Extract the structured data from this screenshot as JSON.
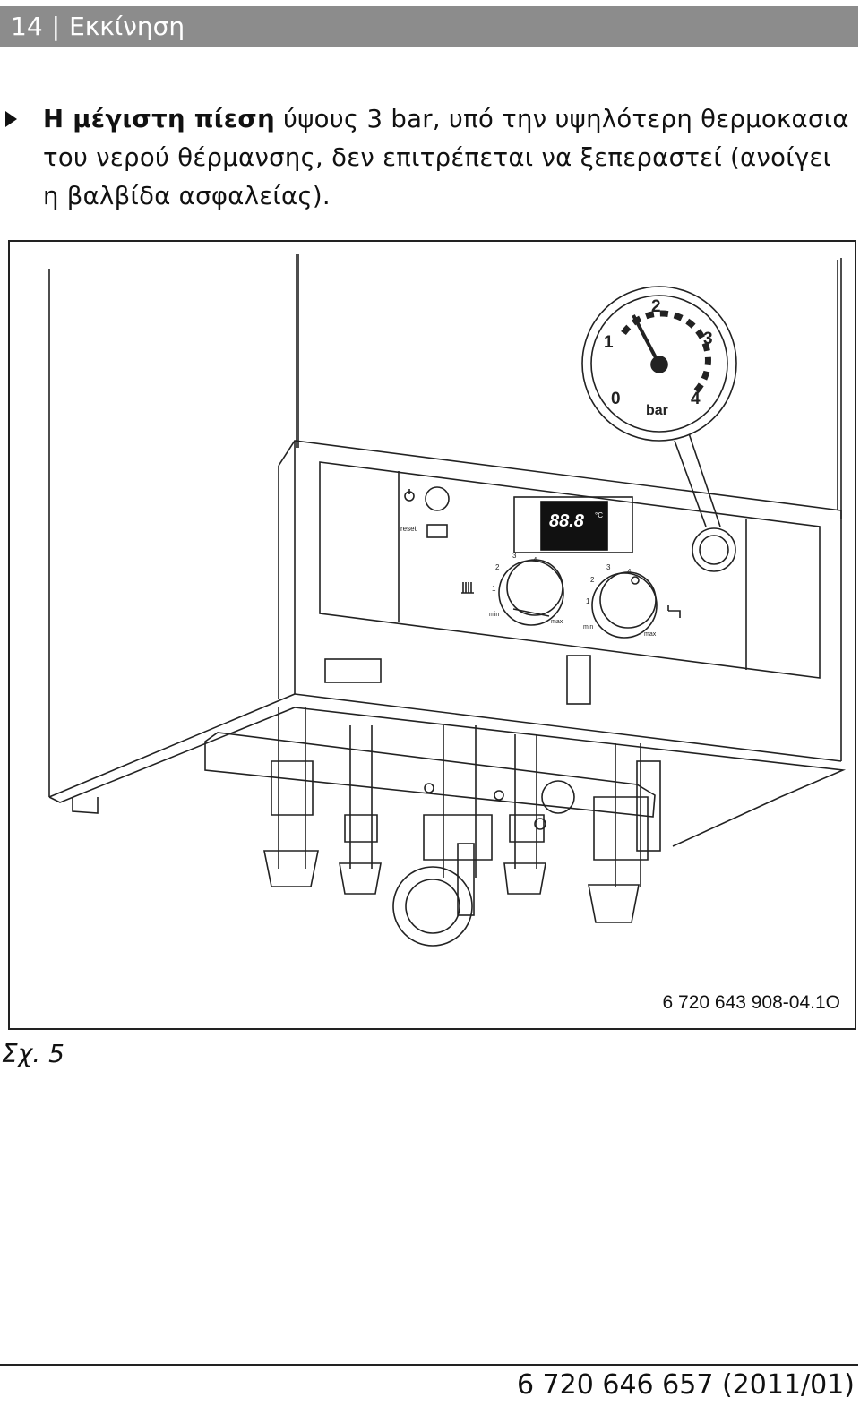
{
  "header": {
    "page_number": "14",
    "section_title": "Εκκίνηση"
  },
  "instruction": {
    "bold_lead": "Η μέγιστη πίεση",
    "text": " ύψους 3 bar, υπό την υψηλότερη θερμοκασια του νερού θέρμανσης, δεν επιτρέπεται να ξεπεραστεί (ανοίγει η βαλβίδα ασφαλείας)."
  },
  "figure": {
    "gauge": {
      "ticks": [
        "0",
        "1",
        "2",
        "3",
        "4"
      ],
      "unit": "bar",
      "needle_value_bar": 1.5
    },
    "display_readout": "88.8",
    "display_unit": "°C",
    "reset_label": "reset",
    "heating_knob": {
      "scale": [
        "1",
        "2",
        "3",
        "4"
      ],
      "min_label": "min",
      "max_label": "max"
    },
    "dhw_knob": {
      "scale": [
        "1",
        "2",
        "3",
        "4"
      ],
      "min_label": "min",
      "max_label": "max"
    },
    "drawing_code": "6 720 643 908-04.1O"
  },
  "caption": "Σχ. 5",
  "footer": {
    "document_number": "6 720 646 657 (2011/01)"
  }
}
